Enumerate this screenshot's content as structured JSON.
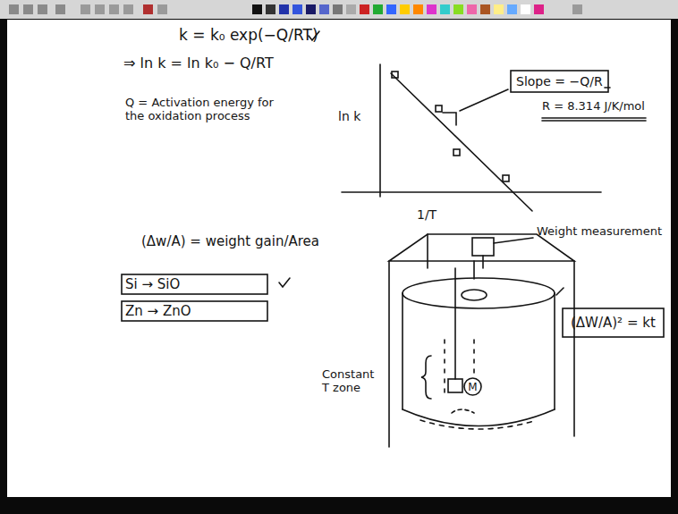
{
  "diagram": {
    "nodes": [
      {
        "text": [
          "Slope = −Q/R"
        ]
      },
      {
        "text": [
          "Si → SiO"
        ]
      },
      {
        "text": [
          "Zn → ZnO"
        ]
      },
      {
        "text": [
          "M"
        ]
      },
      {
        "text": [
          "(ΔW/A)² = kt"
        ]
      }
    ],
    "labels": [
      "k = k₀ exp(−Q/RT)",
      "⇒ ln k = ln k₀ − Q/RT",
      "Q = Activation energy for the oxidation process",
      "ln k",
      "1/T",
      "R = 8.314 J/K/mol",
      "(Δw/A) = weight gain/Area",
      "Weight measurement",
      "Constant T zone"
    ]
  }
}
